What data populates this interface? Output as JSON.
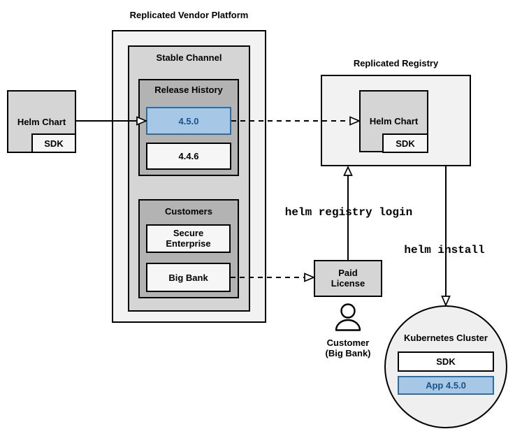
{
  "colors": {
    "canvas-bg": "#ffffff",
    "outer-fill": "#f2f2f2",
    "mid-fill": "#d5d5d5",
    "dark-fill": "#b3b3b3",
    "light-fill": "#f6f6f6",
    "white-fill": "#ffffff",
    "circle-fill": "#efefef",
    "line": "#000000",
    "accent-fill": "#a7c7e7",
    "accent-border": "#2e6da4",
    "accent-text": "#1b5288"
  },
  "helm_chart_source": {
    "label": "Helm Chart",
    "sdk_label": "SDK"
  },
  "platform": {
    "title": "Replicated Vendor Platform",
    "stable_channel": {
      "title": "Stable Channel",
      "release_history": {
        "title": "Release History",
        "releases": [
          {
            "version": "4.5.0"
          },
          {
            "version": "4.4.6"
          }
        ]
      },
      "customers": {
        "title": "Customers",
        "items": [
          {
            "name": "Secure\nEnterprise"
          },
          {
            "name": "Big Bank"
          }
        ]
      }
    }
  },
  "registry": {
    "title": "Replicated Registry",
    "helm_chart_label": "Helm Chart",
    "sdk_label": "SDK"
  },
  "paid_license": {
    "label": "Paid\nLicense"
  },
  "customer": {
    "caption": "Customer\n(Big Bank)"
  },
  "cluster": {
    "title": "Kubernetes Cluster",
    "sdk_label": "SDK",
    "app_label": "App 4.5.0"
  },
  "commands": {
    "registry_login": "helm registry login",
    "install": "helm install"
  }
}
